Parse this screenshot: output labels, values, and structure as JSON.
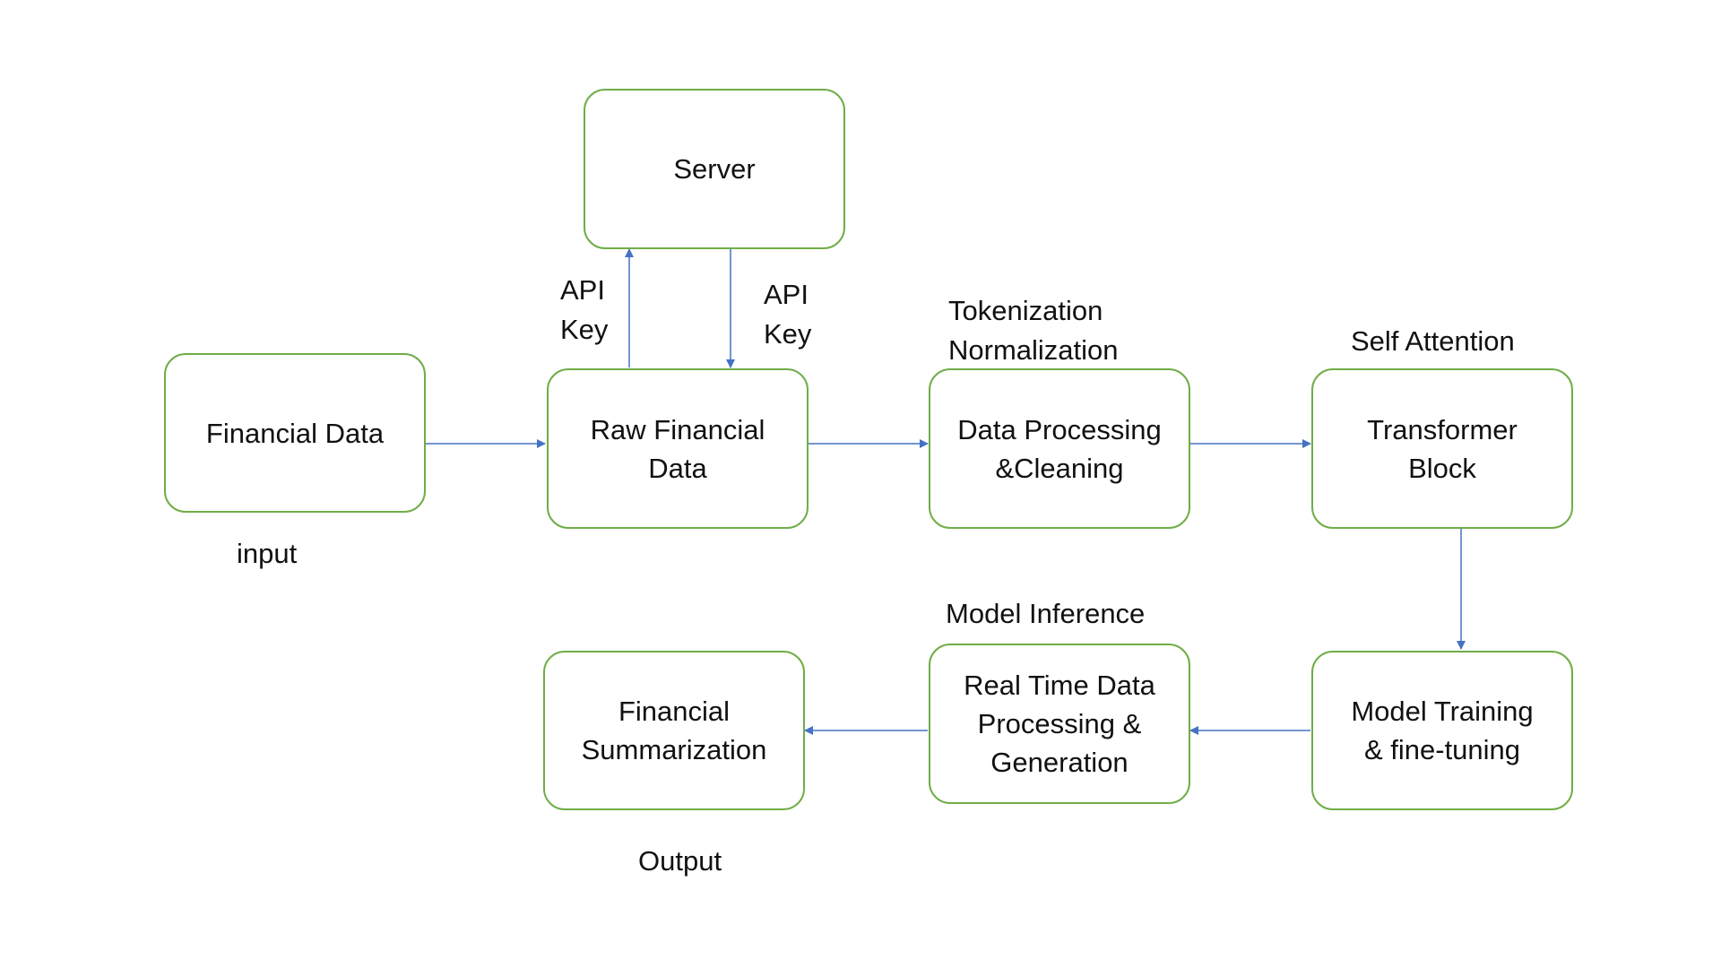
{
  "nodes": {
    "financial_data": "Financial Data",
    "server": "Server",
    "raw_financial_data": "Raw Financial\nData",
    "data_processing": "Data Processing\n&Cleaning",
    "transformer_block": "Transformer\nBlock",
    "model_training": "Model Training\n& fine-tuning",
    "real_time": "Real Time Data\nProcessing &\nGeneration",
    "financial_summarization": "Financial\nSummarization"
  },
  "labels": {
    "input": "input",
    "output": "Output",
    "api_key_up": "API\nKey",
    "api_key_down": "API\nKey",
    "tokenization": "Tokenization\nNormalization",
    "self_attention": "Self Attention",
    "model_inference": "Model Inference"
  },
  "colors": {
    "node_border": "#70ad47",
    "arrow": "#4472c4"
  }
}
